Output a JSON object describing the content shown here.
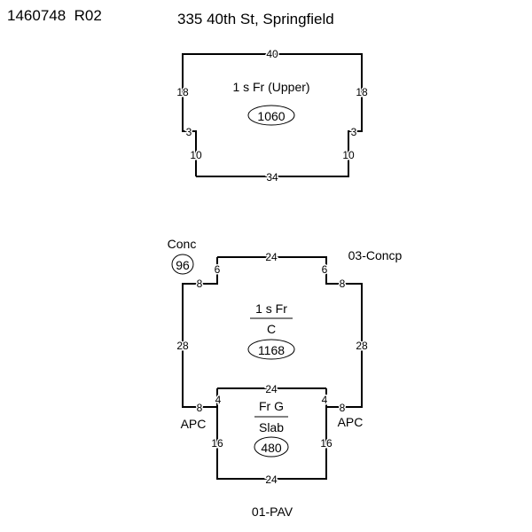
{
  "header": {
    "id": "1460748",
    "rev": "R02",
    "address": "335 40th St, Springfield"
  },
  "upper": {
    "label": "1 s Fr  (Upper)",
    "area": "1060",
    "dims": {
      "top": "40",
      "left": "18",
      "right": "18",
      "step_left": "3",
      "step_right": "3",
      "lower_left": "10",
      "lower_right": "10",
      "bottom": "34"
    }
  },
  "main": {
    "label_top": "1 s Fr",
    "label_bottom": "C",
    "area": "1168",
    "dims": {
      "top": "24",
      "notch_left": "6",
      "notch_right": "6",
      "ext_left": "8",
      "ext_right": "8",
      "left": "28",
      "right": "28",
      "lower_left": "8",
      "lower_right": "8"
    }
  },
  "garage": {
    "label_top": "Fr G",
    "label_bottom": "Slab",
    "area": "480",
    "dims": {
      "top": "24",
      "step_left": "4",
      "step_right": "4",
      "left": "16",
      "right": "16",
      "bottom": "24"
    }
  },
  "annotations": {
    "conc": "Conc",
    "conc_area": "96",
    "concp": "03-Concp",
    "apc_left": "APC",
    "apc_right": "APC",
    "pav": "01-PAV"
  }
}
